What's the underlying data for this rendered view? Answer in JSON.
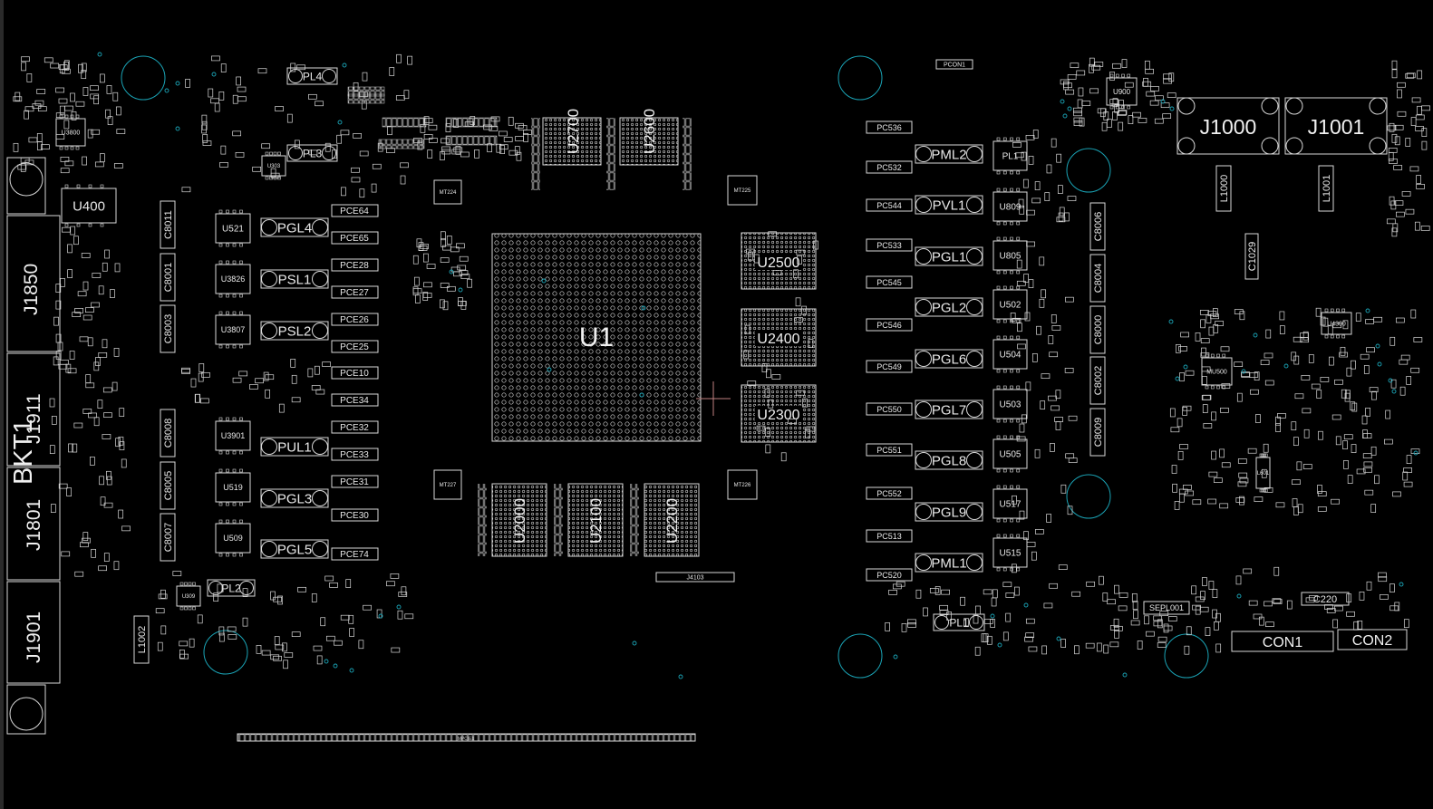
{
  "board": {
    "background": "#000000",
    "outline_color": "#d8d8d8",
    "text_color": "#e8e8e8",
    "via_color": "#1aa3b5",
    "marker_color": "#c08080"
  },
  "main_chip": {
    "ref": "U1"
  },
  "memory_chips": [
    {
      "ref": "U2700"
    },
    {
      "ref": "U2600"
    },
    {
      "ref": "U2500"
    },
    {
      "ref": "U2400"
    },
    {
      "ref": "U2300"
    },
    {
      "ref": "U2000"
    },
    {
      "ref": "U2100"
    },
    {
      "ref": "U2200"
    }
  ],
  "connectors": [
    {
      "ref": "J1850"
    },
    {
      "ref": "J1911"
    },
    {
      "ref": "J1801"
    },
    {
      "ref": "J1901"
    },
    {
      "ref": "J1000"
    },
    {
      "ref": "J1001"
    },
    {
      "ref": "CON1"
    },
    {
      "ref": "CON2"
    }
  ],
  "bracket_label": "BKT1",
  "left_labels": [
    "U400",
    "U3800",
    "U521",
    "U3826",
    "U3807",
    "U3901",
    "U519",
    "U509",
    "U309",
    "U303",
    "PL4",
    "PL3",
    "PL2",
    "PGL4",
    "PSL1",
    "PSL2",
    "PUL1",
    "PGL3",
    "PGL5",
    "PCE64",
    "PCE65",
    "PCE28",
    "PCE27",
    "PCE26",
    "PCE25",
    "PCE10",
    "PCE34",
    "PCE32",
    "PCE33",
    "PCE31",
    "PCE30",
    "PCE74",
    "C8011",
    "C8001",
    "C8003",
    "C8008",
    "C8005",
    "C8007",
    "L1002",
    "MT224",
    "MT227",
    "J4103"
  ],
  "right_labels": [
    "PML2",
    "PVL1",
    "PGL1",
    "PGL2",
    "PGL6",
    "PGL7",
    "PGL8",
    "PGL9",
    "PML1",
    "PL1",
    "U809",
    "U805",
    "U502",
    "U504",
    "U503",
    "U505",
    "U517",
    "U515",
    "U804",
    "PC536",
    "PC532",
    "PC544",
    "PC533",
    "PC545",
    "PC546",
    "PC549",
    "PC550",
    "PC551",
    "PC552",
    "PC513",
    "PC520",
    "C8006",
    "C8004",
    "C8000",
    "C8002",
    "C8009",
    "U900",
    "L1000",
    "L1001",
    "C1029",
    "U4300",
    "MU500",
    "L601",
    "SEPL001",
    "C220",
    "PCON1",
    "MT225",
    "MT226"
  ],
  "edge_label": "MPCIE1"
}
